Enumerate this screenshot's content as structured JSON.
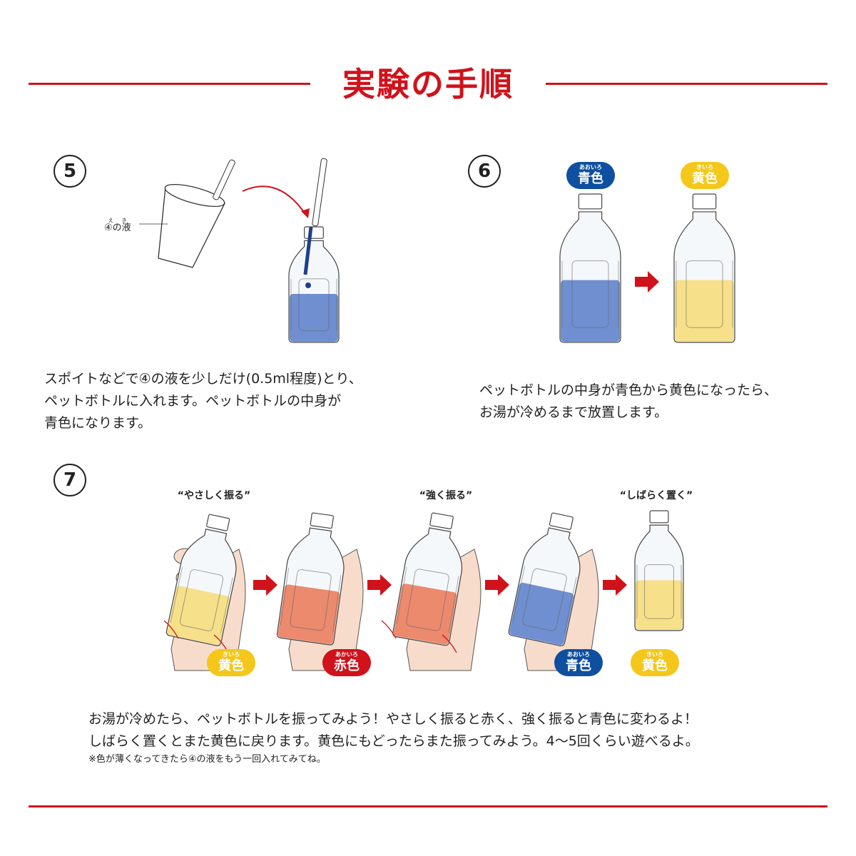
{
  "title": "実験の手順",
  "colors": {
    "accent": "#d0121b",
    "blue": "#6f8fd0",
    "yellow": "#f7e08a",
    "red": "#ec8a6e",
    "blue_badge": "#0f4fa0",
    "yellow_badge": "#f4c71a",
    "red_badge": "#d0121b",
    "skin": "#f8dccb"
  },
  "step5": {
    "number": "5",
    "liquid_label": "④の液",
    "liquid_ruby": "えき",
    "text": [
      "スポイトなどで④の液を少しだけ(0.5ml程度)とり、",
      "ペットボトルに入れます。ペットボトルの中身が",
      "青色になります。"
    ]
  },
  "step6": {
    "number": "6",
    "badges": [
      {
        "ruby": "あおいろ",
        "label": "青色"
      },
      {
        "ruby": "きいろ",
        "label": "黄色"
      }
    ],
    "text": [
      "ペットボトルの中身が青色から黄色になったら、",
      "お湯が冷めるまで放置します。"
    ]
  },
  "step7": {
    "number": "7",
    "quotes": [
      "“やさしく振る”",
      "“強く振る”",
      "“しばらく置く”"
    ],
    "badges": [
      {
        "ruby": "きいろ",
        "label": "黄色"
      },
      {
        "ruby": "あかいろ",
        "label": "赤色"
      },
      {
        "ruby": "あおいろ",
        "label": "青色"
      },
      {
        "ruby": "きいろ",
        "label": "黄色"
      }
    ],
    "text": [
      "お湯が冷めたら、ペットボトルを振ってみよう！やさしく振ると赤く、強く振ると青色に変わるよ！",
      "しばらく置くとまた黄色に戻ります。黄色にもどったらまた振ってみよう。4〜5回くらい遊べるよ。"
    ],
    "note": "※色が薄くなってきたら④の液をもう一回入れてみてね。"
  }
}
